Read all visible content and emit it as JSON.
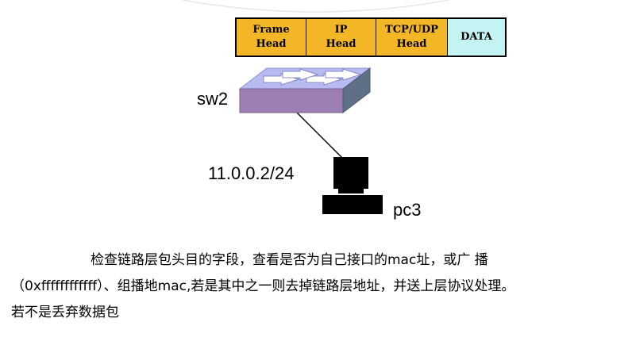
{
  "header_fields": [
    {
      "label": "Frame\nHead",
      "color": "#f3b627"
    },
    {
      "label": "IP\nHead",
      "color": "#f3b627"
    },
    {
      "label": "TCP/UDP\nHead",
      "color": "#f3b627"
    },
    {
      "label": "DATA",
      "color": "#c4f3f3"
    }
  ],
  "switch": {
    "name": "sw2",
    "icon": "switch-icon"
  },
  "pc": {
    "name": "pc3",
    "ip": "11.0.0.2/24",
    "icon": "computer-icon"
  },
  "description": {
    "line1": "检查链路层包头目的字段，查看是否为自己接口的mac址，或广 播",
    "line2": "（0xffffffffffff）、组播地mac,若是其中之一则去掉链路层地址，并送上层协议处理。",
    "line3": "若不是丢弃数据包"
  }
}
